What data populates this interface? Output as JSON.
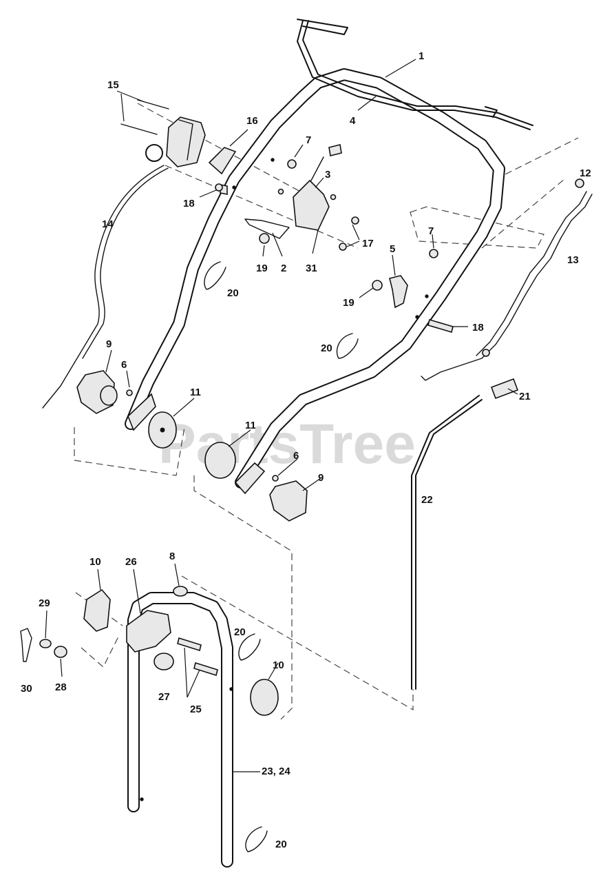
{
  "watermark": "PartsTree",
  "callouts": [
    {
      "id": "c1",
      "text": "1"
    },
    {
      "id": "c4",
      "text": "4"
    },
    {
      "id": "c15",
      "text": "15"
    },
    {
      "id": "c16",
      "text": "16"
    },
    {
      "id": "c7a",
      "text": "7"
    },
    {
      "id": "c3",
      "text": "3"
    },
    {
      "id": "c12",
      "text": "12"
    },
    {
      "id": "c18a",
      "text": "18"
    },
    {
      "id": "c14",
      "text": "14"
    },
    {
      "id": "c17",
      "text": "17"
    },
    {
      "id": "c19a",
      "text": "19"
    },
    {
      "id": "c2",
      "text": "2"
    },
    {
      "id": "c31",
      "text": "31"
    },
    {
      "id": "c7b",
      "text": "7"
    },
    {
      "id": "c13",
      "text": "13"
    },
    {
      "id": "c5",
      "text": "5"
    },
    {
      "id": "c20a",
      "text": "20"
    },
    {
      "id": "c19b",
      "text": "19"
    },
    {
      "id": "c18b",
      "text": "18"
    },
    {
      "id": "c20b",
      "text": "20"
    },
    {
      "id": "c9a",
      "text": "9"
    },
    {
      "id": "c6a",
      "text": "6"
    },
    {
      "id": "c11a",
      "text": "11"
    },
    {
      "id": "c21",
      "text": "21"
    },
    {
      "id": "c11b",
      "text": "11"
    },
    {
      "id": "c6b",
      "text": "6"
    },
    {
      "id": "c9b",
      "text": "9"
    },
    {
      "id": "c22",
      "text": "22"
    },
    {
      "id": "c10a",
      "text": "10"
    },
    {
      "id": "c26",
      "text": "26"
    },
    {
      "id": "c8",
      "text": "8"
    },
    {
      "id": "c29",
      "text": "29"
    },
    {
      "id": "c20c",
      "text": "20"
    },
    {
      "id": "c10b",
      "text": "10"
    },
    {
      "id": "c30",
      "text": "30"
    },
    {
      "id": "c28",
      "text": "28"
    },
    {
      "id": "c27",
      "text": "27"
    },
    {
      "id": "c25",
      "text": "25"
    },
    {
      "id": "c23_24",
      "text": "23, 24"
    },
    {
      "id": "c20d",
      "text": "20"
    }
  ]
}
